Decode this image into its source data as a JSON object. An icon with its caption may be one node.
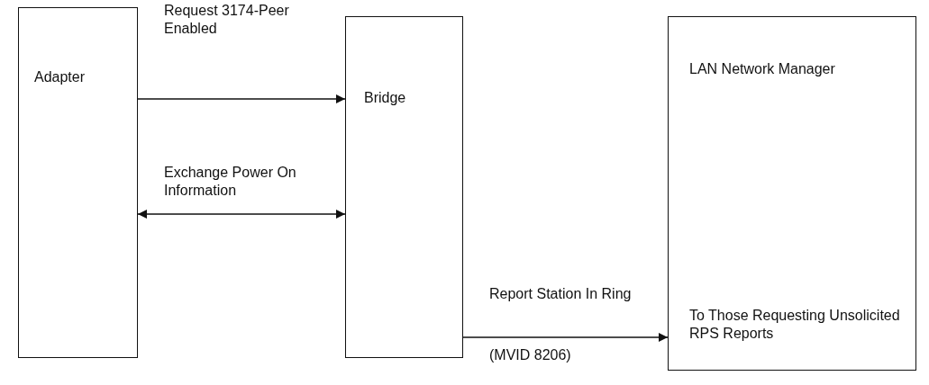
{
  "diagram": {
    "nodes": [
      {
        "text": [
          "Adapter"
        ]
      },
      {
        "text": [
          "Bridge"
        ]
      },
      {
        "text": [
          "LAN Network Manager",
          "To Those Requesting Unsolicited RPS Reports"
        ]
      }
    ],
    "edges": [
      {
        "from": 0,
        "to": 1,
        "arrow": "to",
        "label": "Request 3174-Peer Enabled"
      },
      {
        "from": 0,
        "to": 1,
        "arrow": "both",
        "label": "Exchange Power On Information"
      },
      {
        "from": 1,
        "to": 2,
        "arrow": "to",
        "label": "Report Station In Ring"
      }
    ],
    "labels": [
      "(MVID 8206)"
    ]
  }
}
